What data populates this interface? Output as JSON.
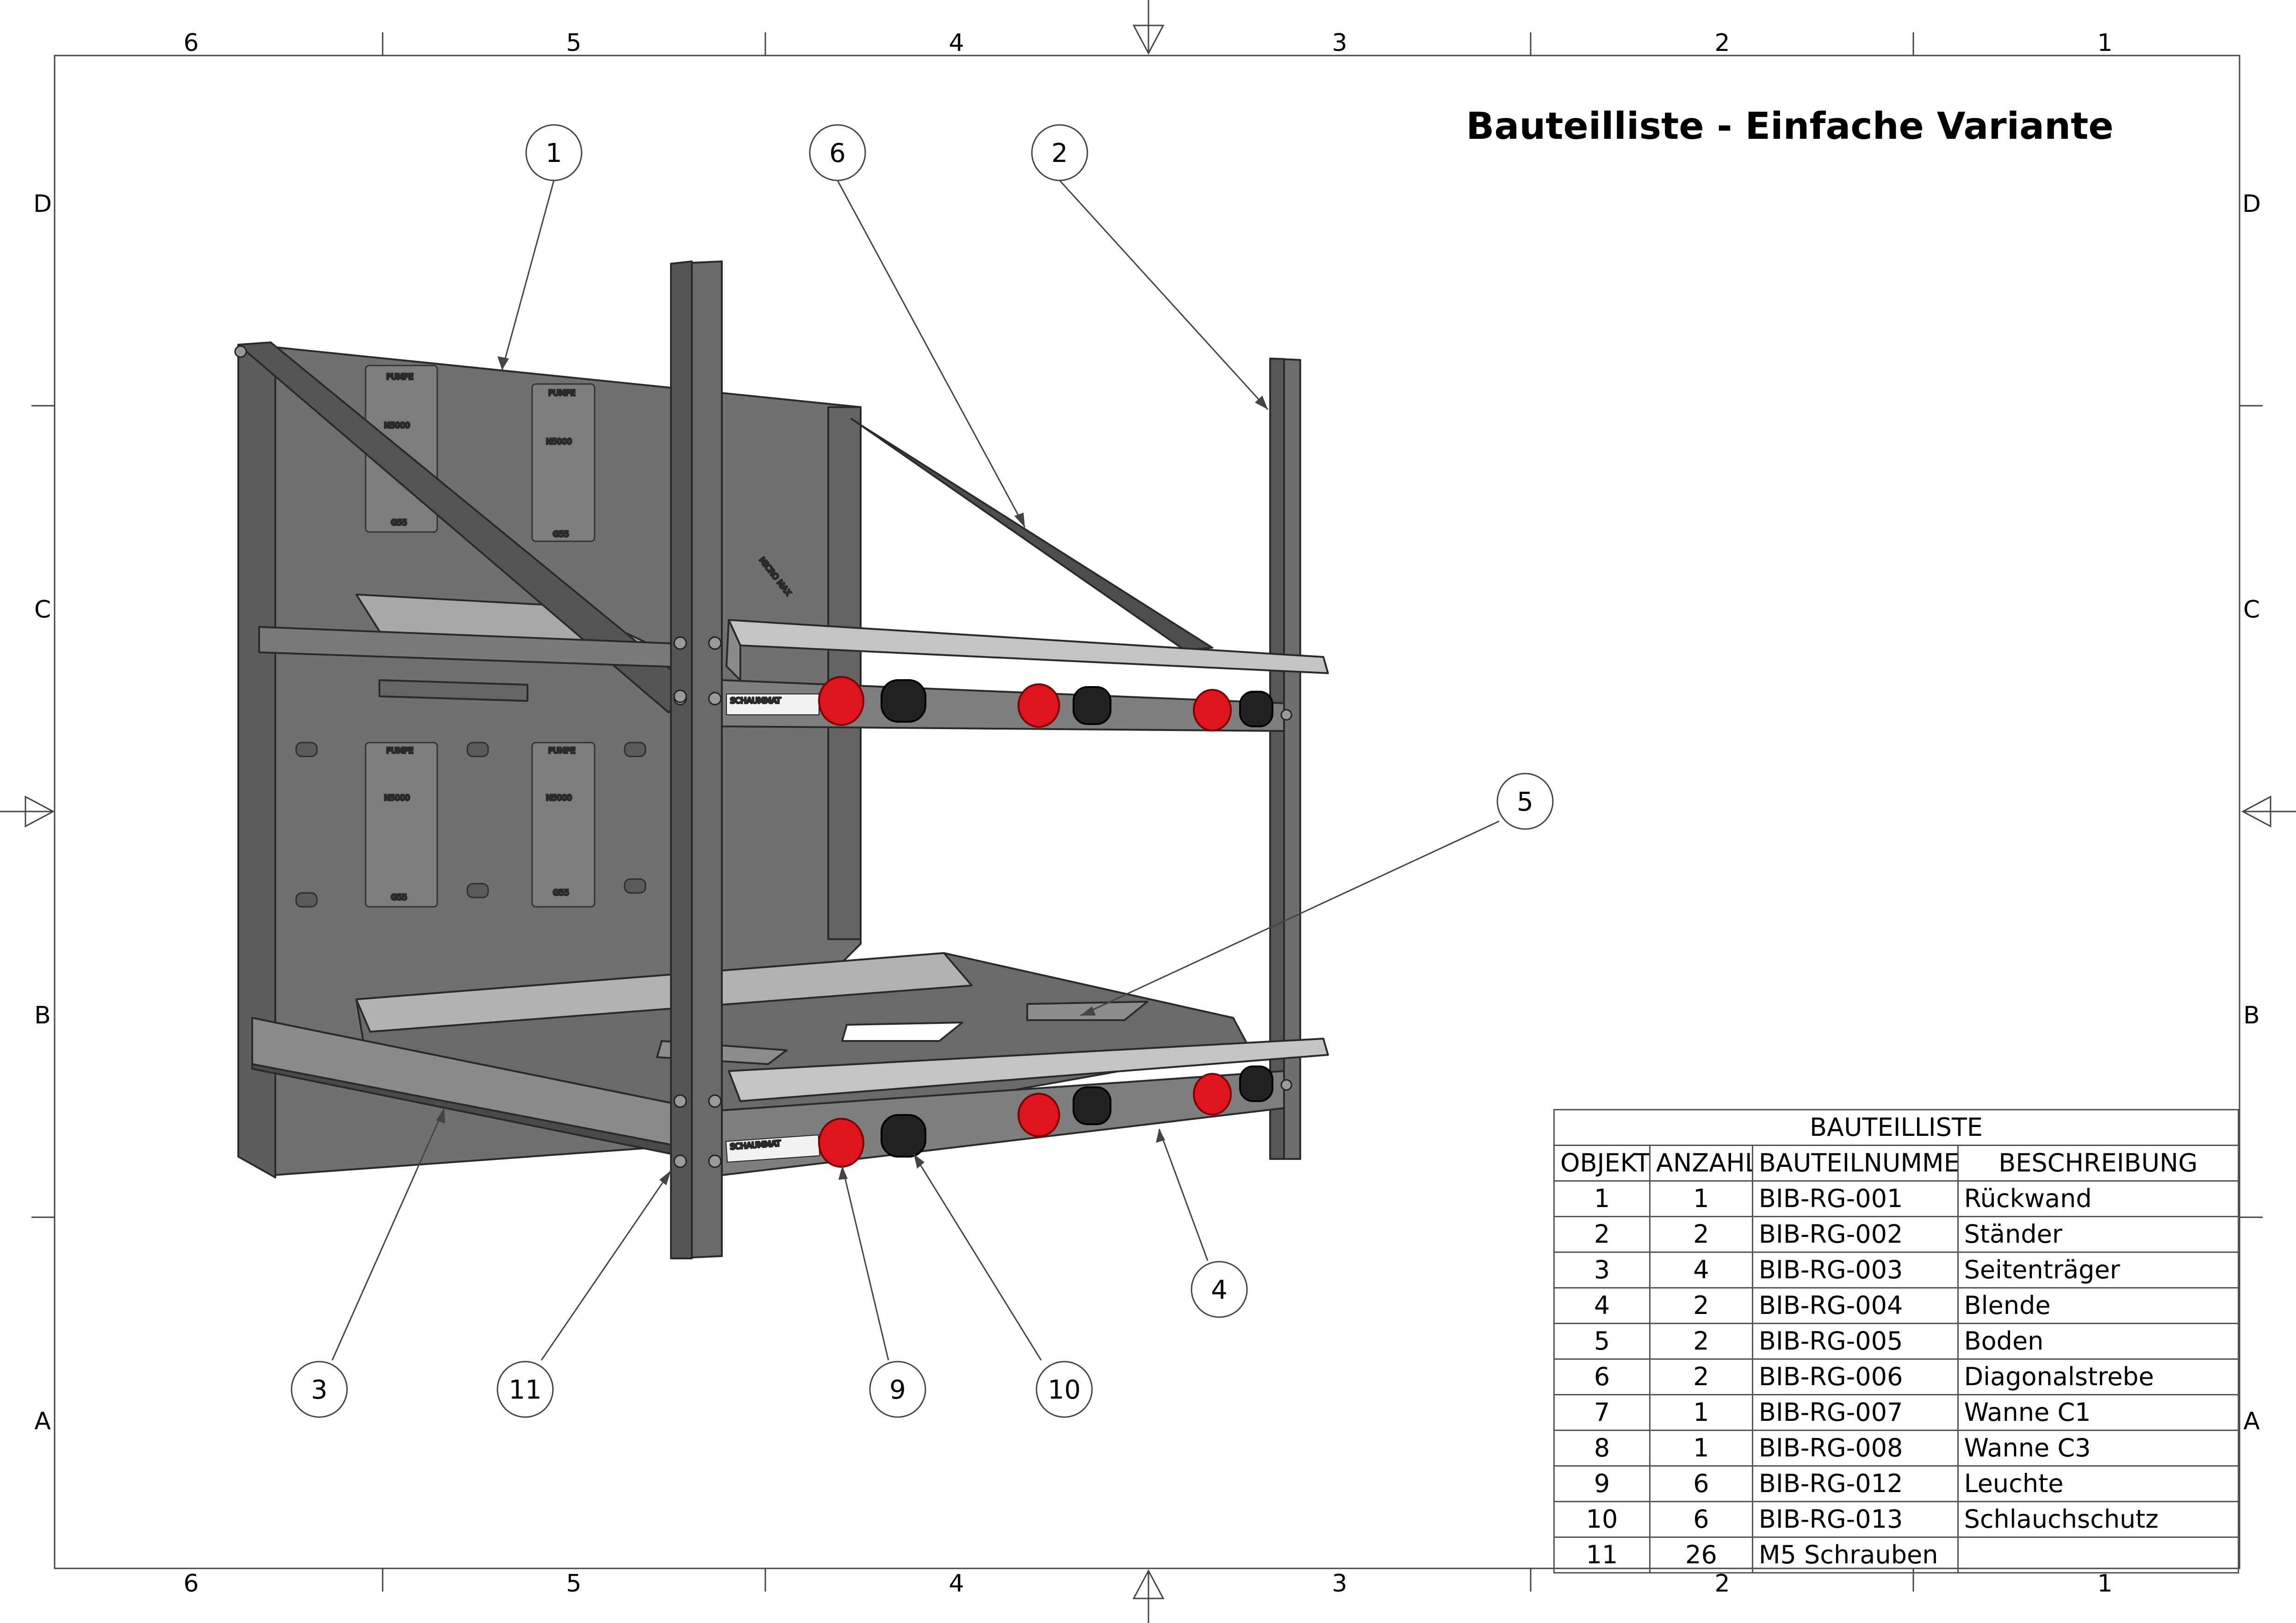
{
  "drawing": {
    "title": "Bauteilliste - Einfache Variante",
    "zones_top": [
      "6",
      "5",
      "4",
      "3",
      "2",
      "1"
    ],
    "zones_side": [
      "D",
      "C",
      "B",
      "A"
    ],
    "balloons": [
      "1",
      "6",
      "2",
      "5",
      "4",
      "3",
      "11",
      "9",
      "10"
    ],
    "panel_labels": {
      "pumpe": "PUMPE",
      "n5000": "N5000",
      "g55": "G55",
      "micro": "MICRO MAX",
      "scale": "SCHAUMMAT"
    },
    "colors": {
      "steel": "#6e6e6e",
      "steel_light": "#8a8a8a",
      "steel_dark": "#3e3e3e",
      "lamp_red": "#e0141e",
      "grommet": "#222222"
    }
  },
  "bom": {
    "title": "BAUTEILLISTE",
    "headers": [
      "OBJEKT",
      "ANZAHL",
      "BAUTEILNUMMER",
      "BESCHREIBUNG"
    ],
    "rows": [
      [
        "1",
        "1",
        "BIB-RG-001",
        "Rückwand"
      ],
      [
        "2",
        "2",
        "BIB-RG-002",
        "Ständer"
      ],
      [
        "3",
        "4",
        "BIB-RG-003",
        "Seitenträger"
      ],
      [
        "4",
        "2",
        "BIB-RG-004",
        "Blende"
      ],
      [
        "5",
        "2",
        "BIB-RG-005",
        "Boden"
      ],
      [
        "6",
        "2",
        "BIB-RG-006",
        "Diagonalstrebe"
      ],
      [
        "7",
        "1",
        "BIB-RG-007",
        "Wanne C1"
      ],
      [
        "8",
        "1",
        "BIB-RG-008",
        "Wanne C3"
      ],
      [
        "9",
        "6",
        "BIB-RG-012",
        "Leuchte"
      ],
      [
        "10",
        "6",
        "BIB-RG-013",
        "Schlauchschutz"
      ],
      [
        "11",
        "26",
        "M5 Schrauben",
        ""
      ]
    ]
  }
}
